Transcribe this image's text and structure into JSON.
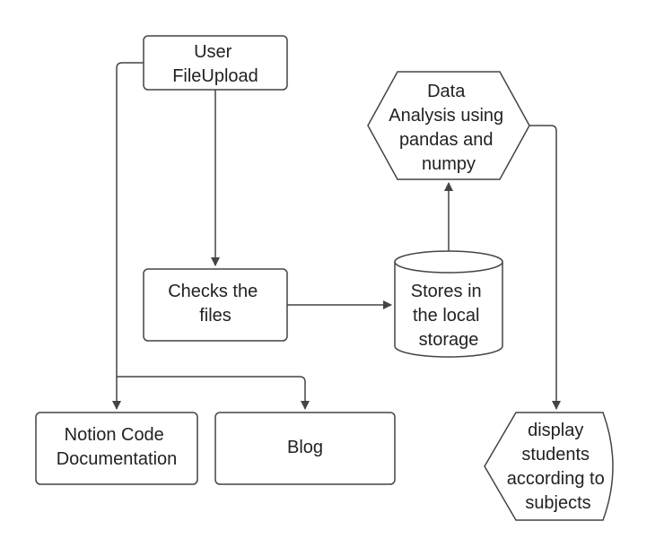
{
  "diagram": {
    "nodes": {
      "user_upload": {
        "lines": [
          "User",
          "FileUpload"
        ]
      },
      "checks_files": {
        "lines": [
          "Checks the",
          "files"
        ]
      },
      "local_storage": {
        "lines": [
          "Stores in",
          "the local",
          "storage"
        ]
      },
      "data_analysis": {
        "lines": [
          "Data",
          "Analysis using",
          "pandas and",
          "numpy"
        ]
      },
      "notion_docs": {
        "lines": [
          "Notion  Code",
          "Documentation"
        ]
      },
      "blog": {
        "lines": [
          "Blog"
        ]
      },
      "display_students": {
        "lines": [
          "display",
          "students",
          "according to",
          "subjects"
        ]
      }
    },
    "colors": {
      "stroke": "#444444",
      "fill": "#ffffff",
      "text": "#222222"
    }
  }
}
